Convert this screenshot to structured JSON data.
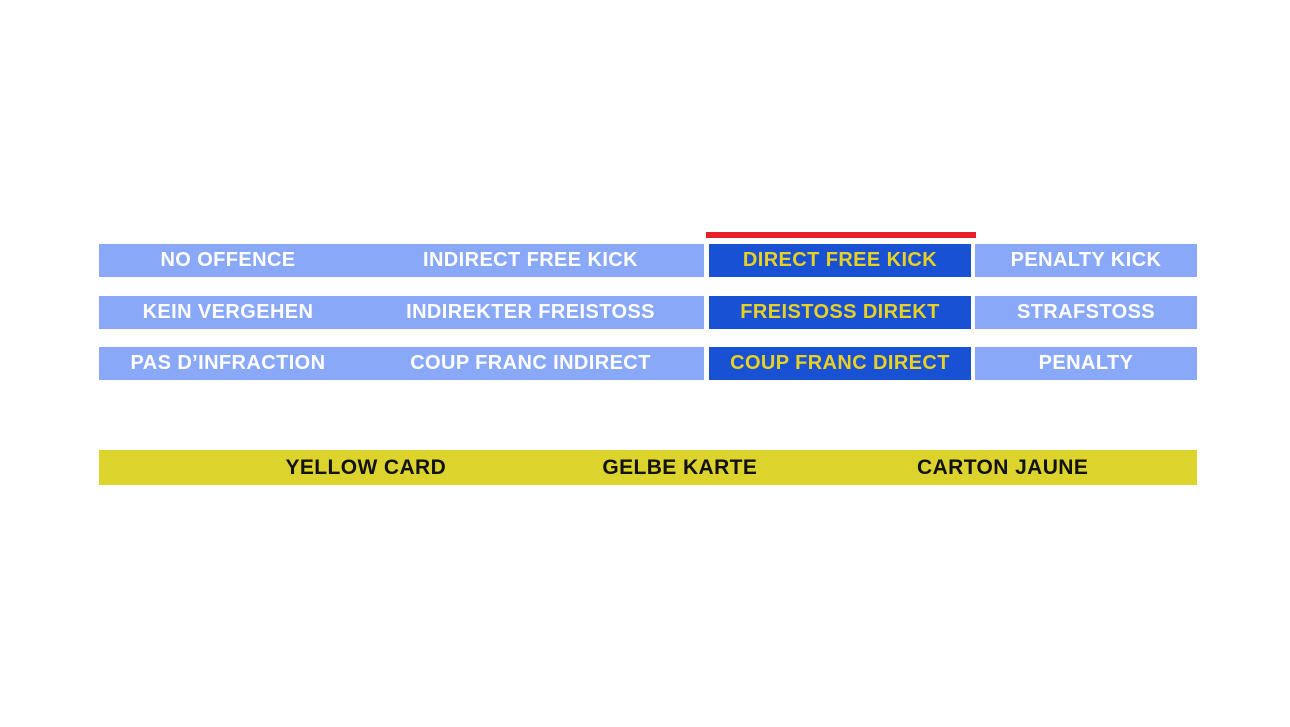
{
  "colors": {
    "background": "#ffffff",
    "option_light_blue": "#8AA8F8",
    "option_selected_blue": "#1951D5",
    "selected_text_yellow": "#E8D122",
    "indicator_red": "#E81E28",
    "card_bar_yellow": "#DCD32C",
    "card_text_black": "#121212",
    "option_text_white": "#ffffff"
  },
  "decision_grid": {
    "selected_column_index": 2,
    "rows": [
      {
        "language": "english",
        "cells": [
          {
            "label": "NO OFFENCE",
            "selected": false
          },
          {
            "label": "INDIRECT FREE KICK",
            "selected": false
          },
          {
            "label": "DIRECT FREE KICK",
            "selected": true
          },
          {
            "label": "PENALTY KICK",
            "selected": false
          }
        ]
      },
      {
        "language": "german",
        "cells": [
          {
            "label": "KEIN VERGEHEN",
            "selected": false
          },
          {
            "label": "INDIREKTER FREISTOSS",
            "selected": false
          },
          {
            "label": "FREISTOSS DIREKT",
            "selected": true
          },
          {
            "label": "STRAFSTOSS",
            "selected": false
          }
        ]
      },
      {
        "language": "french",
        "cells": [
          {
            "label": "PAS D’INFRACTION",
            "selected": false
          },
          {
            "label": "COUP FRANC INDIRECT",
            "selected": false
          },
          {
            "label": "COUP FRANC DIRECT",
            "selected": true
          },
          {
            "label": "PENALTY",
            "selected": false
          }
        ]
      }
    ]
  },
  "card_bar": {
    "labels": [
      {
        "label": "YELLOW CARD"
      },
      {
        "label": "GELBE KARTE"
      },
      {
        "label": "CARTON JAUNE"
      }
    ]
  }
}
